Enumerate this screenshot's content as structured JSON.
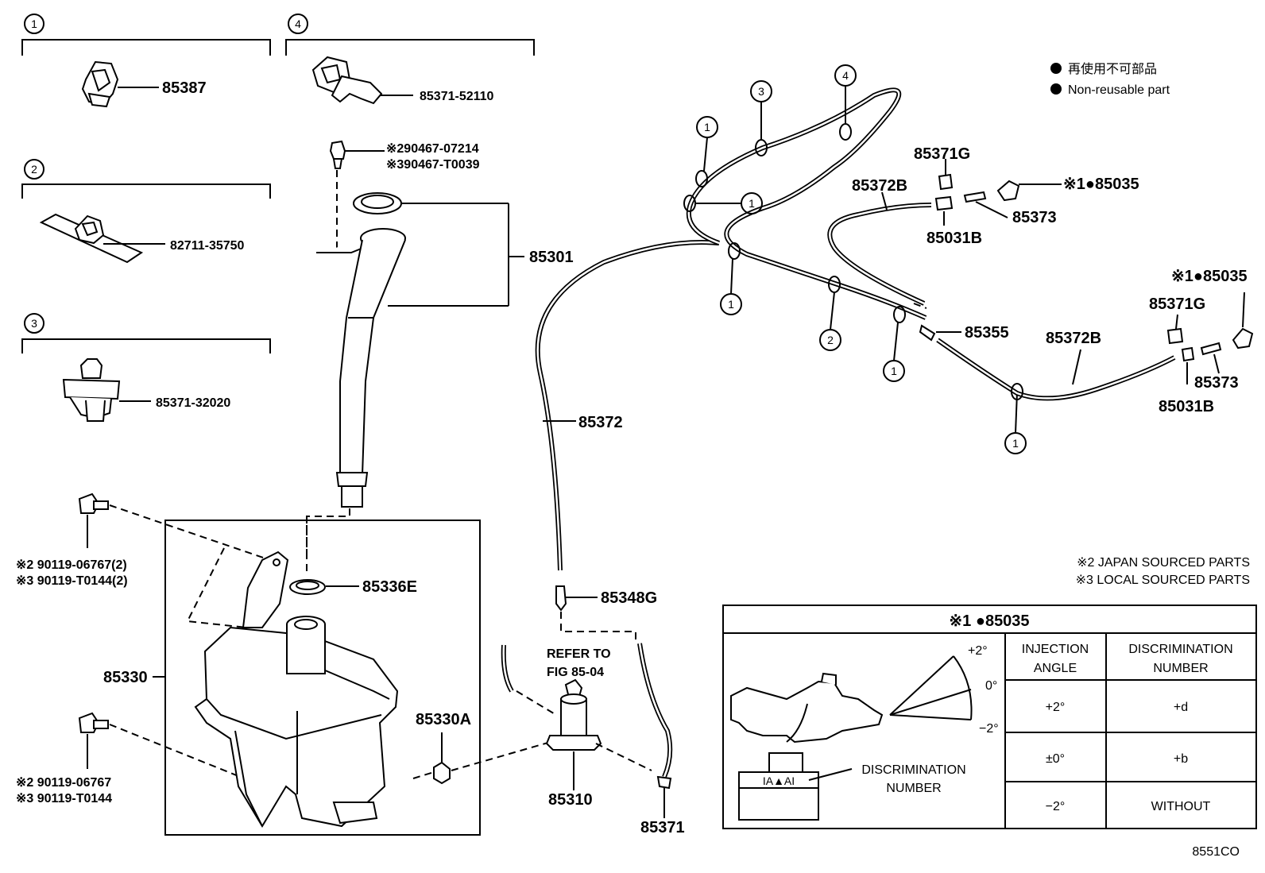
{
  "legend": {
    "non_reusable_jp": "再使用不可部品",
    "non_reusable_en": "Non-reusable part",
    "japan_sourced": "※2 JAPAN SOURCED PARTS",
    "local_sourced": "※3 LOCAL SOURCED PARTS"
  },
  "groups": {
    "g1": "1",
    "g2": "2",
    "g3": "3",
    "g4": "4"
  },
  "parts": {
    "p85387": "85387",
    "p82711": "82711-35750",
    "p8537132020": "85371-32020",
    "p8537152110": "85371-52110",
    "p90467a": "※290467-07214",
    "p90467b": "※390467-T0039",
    "p85301": "85301",
    "p85336E": "85336E",
    "p85330": "85330",
    "p85330A": "85330A",
    "p85310": "85310",
    "p85371": "85371",
    "p85348G": "85348G",
    "p85372": "85372",
    "p85372B_a": "85372B",
    "p85372B_b": "85372B",
    "p85371G_a": "85371G",
    "p85371G_b": "85371G",
    "p85031B_a": "85031B",
    "p85031B_b": "85031B",
    "p85373_a": "85373",
    "p85373_b": "85373",
    "p85035_a": "※1●85035",
    "p85035_b": "※1●85035",
    "p85355": "85355",
    "p90119a1": "※2 90119-06767(2)",
    "p90119a2": "※3 90119-T0144(2)",
    "p90119b1": "※2 90119-06767",
    "p90119b2": "※3 90119-T0144",
    "refer1": "REFER TO",
    "refer2": "FIG 85-04"
  },
  "detail": {
    "title": "※1 ●85035",
    "angle_plus": "+2°",
    "angle_zero": "0°",
    "angle_minus": "−2°",
    "disc_label1": "DISCRIMINATION",
    "disc_label2": "NUMBER",
    "stamp": "IA▲AI"
  },
  "table": {
    "col1_h1": "INJECTION",
    "col1_h2": "ANGLE",
    "col2_h1": "DISCRIMINATION",
    "col2_h2": "NUMBER",
    "rows": [
      {
        "angle": "+2°",
        "number": "+d"
      },
      {
        "angle": "±0°",
        "number": "+b"
      },
      {
        "angle": "−2°",
        "number": "WITHOUT"
      }
    ]
  },
  "figure_code": "8551CO"
}
